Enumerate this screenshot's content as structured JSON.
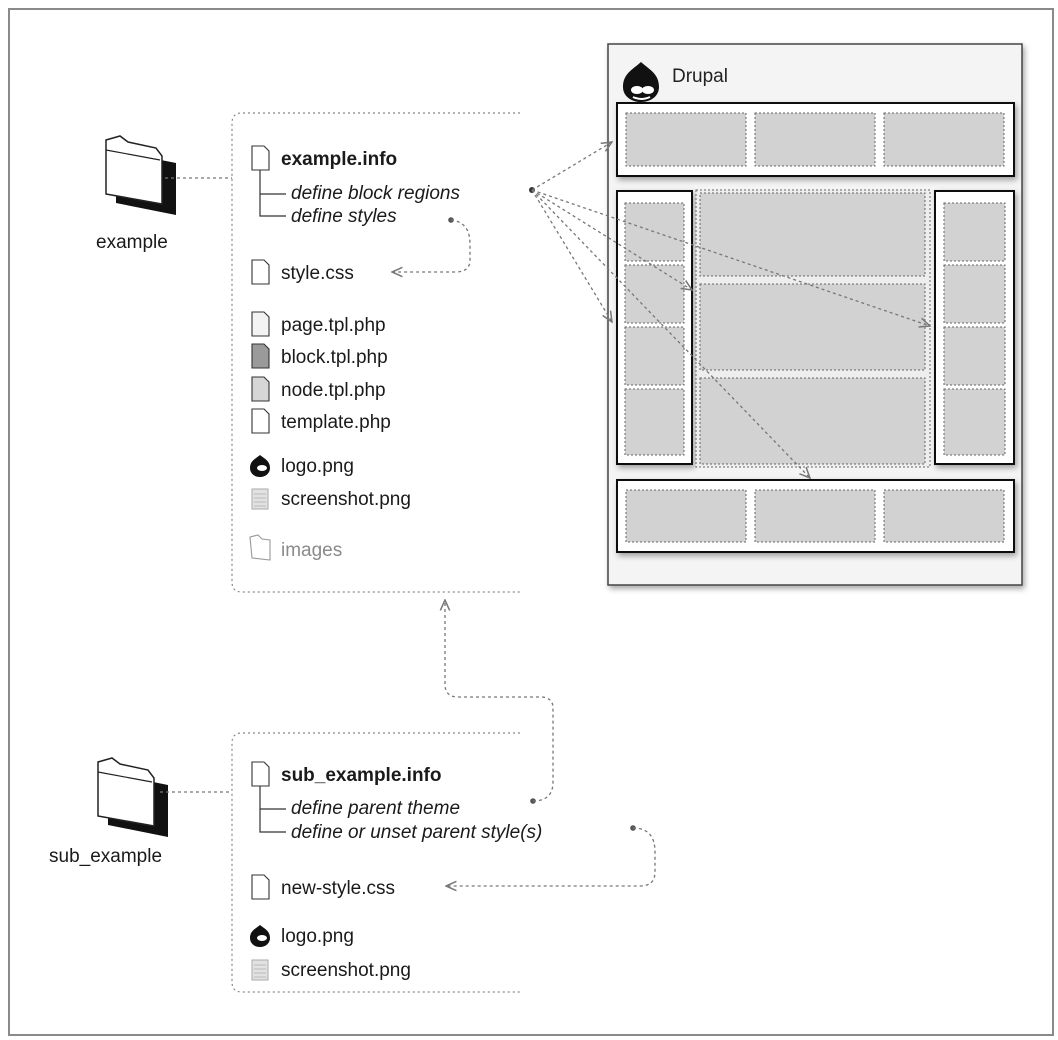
{
  "theme": {
    "folder_label": "example",
    "info_file": "example.info",
    "info_items": [
      "define block regions",
      "define styles"
    ],
    "style_file": "style.css",
    "files": [
      "page.tpl.php",
      "block.tpl.php",
      "node.tpl.php",
      "template.php",
      "logo.png",
      "screenshot.png"
    ],
    "images_folder": "images"
  },
  "subtheme": {
    "folder_label": "sub_example",
    "info_file": "sub_example.info",
    "info_items": [
      "define parent theme",
      "define or unset parent style(s)"
    ],
    "style_file": "new-style.css",
    "files": [
      "logo.png",
      "screenshot.png"
    ]
  },
  "drupal_window": {
    "title": "Drupal"
  },
  "colors": {
    "frame_border": "#8a8a8a",
    "region_cell": "#d2d2d2",
    "connector": "#777777"
  }
}
